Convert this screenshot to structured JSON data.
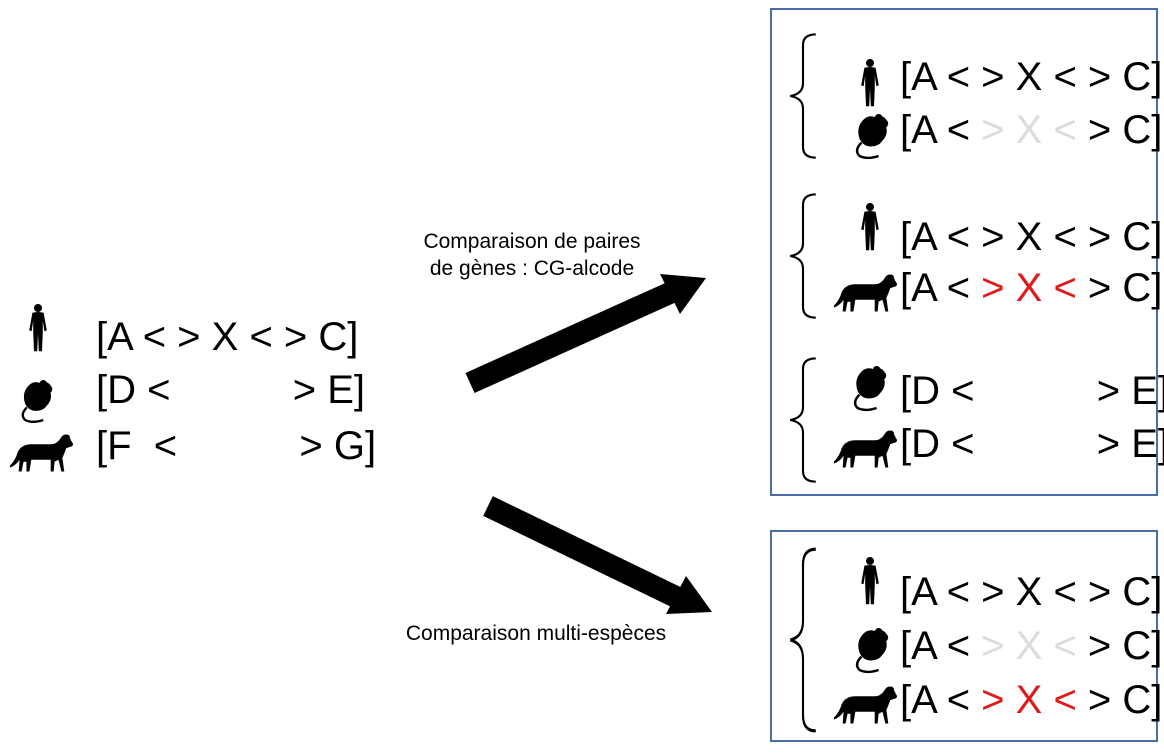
{
  "source": {
    "rows": [
      {
        "species": "human",
        "icon": "human-icon",
        "seq": "[A < > X < > C]"
      },
      {
        "species": "rat",
        "icon": "rat-icon",
        "seq": "[D <           > E]"
      },
      {
        "species": "dog",
        "icon": "dog-icon",
        "seq": "[F  <           > G]"
      }
    ]
  },
  "arrows": {
    "pairwise_label_line1": "Comparaison de paires",
    "pairwise_label_line2": "de gènes : CG-alcode",
    "multispecies_label": "Comparaison multi-espèces"
  },
  "pairwise_box": {
    "groups": [
      {
        "rows": [
          {
            "icon": "human-icon",
            "parts": [
              "[A < > X < > C]"
            ],
            "styles": [
              "normal"
            ]
          },
          {
            "icon": "rat-icon",
            "parts": [
              "[A < ",
              "> X <",
              " > C]"
            ],
            "styles": [
              "normal",
              "ghost",
              "normal"
            ]
          }
        ]
      },
      {
        "rows": [
          {
            "icon": "human-icon",
            "parts": [
              "[A < > X < > C]"
            ],
            "styles": [
              "normal"
            ]
          },
          {
            "icon": "dog-icon",
            "parts": [
              "[A < ",
              "> X <",
              " > C]"
            ],
            "styles": [
              "normal",
              "red",
              "normal"
            ]
          }
        ]
      },
      {
        "rows": [
          {
            "icon": "rat-icon",
            "parts": [
              "[D <           > E]"
            ],
            "styles": [
              "normal"
            ]
          },
          {
            "icon": "dog-icon",
            "parts": [
              "[D <           > E]"
            ],
            "styles": [
              "normal"
            ]
          }
        ]
      }
    ]
  },
  "multi_box": {
    "rows": [
      {
        "icon": "human-icon",
        "parts": [
          "[A < > X < > C]"
        ],
        "styles": [
          "normal"
        ]
      },
      {
        "icon": "rat-icon",
        "parts": [
          "[A < ",
          "> X <",
          " > C]"
        ],
        "styles": [
          "normal",
          "ghost",
          "normal"
        ]
      },
      {
        "icon": "dog-icon",
        "parts": [
          "[A < ",
          "> X <",
          " > C]"
        ],
        "styles": [
          "normal",
          "red",
          "normal"
        ]
      }
    ]
  },
  "colors": {
    "box_border": "#4a6da8",
    "highlight": "#e01b1b",
    "ghost": "#dcdcdc"
  }
}
